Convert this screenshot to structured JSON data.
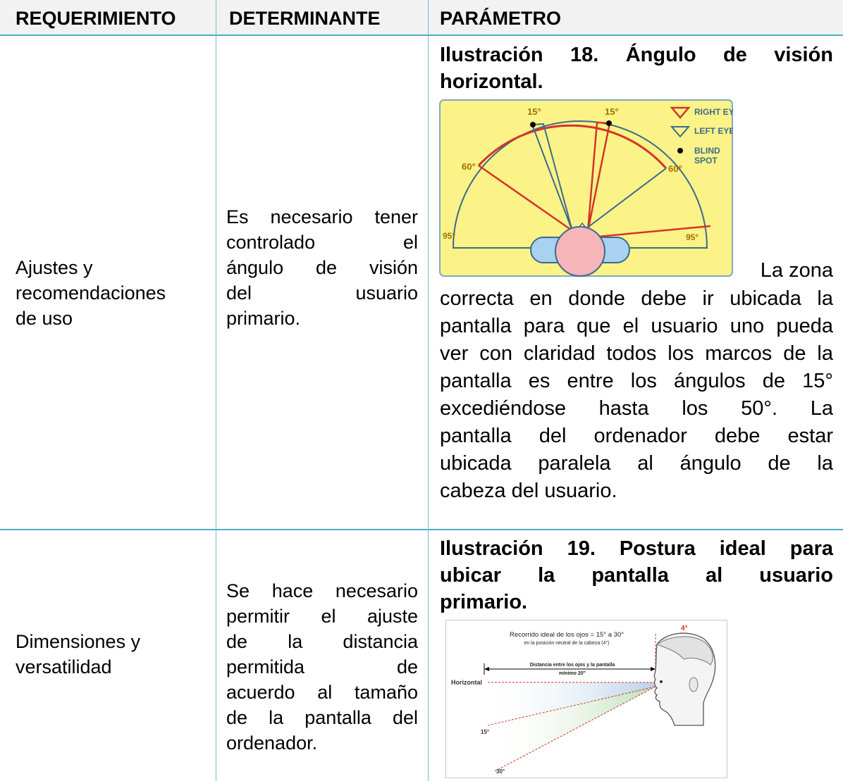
{
  "headers": {
    "requerimiento": "REQUERIMIENTO",
    "determinante": "DETERMINANTE",
    "parametro": "PARÁMETRO"
  },
  "row1": {
    "requerimiento": [
      "Ajustes y",
      "recomendaciones",
      "de uso"
    ],
    "determinante": [
      "Es necesario tener",
      "controlado el",
      "ángulo de visión",
      "del usuario",
      "primario."
    ],
    "caption": [
      "Ilustración 18. Ángulo de visión",
      "horizontal."
    ],
    "figure": {
      "angle_15_left": "15°",
      "angle_15_right": "15°",
      "angle_60_left": "60°",
      "angle_60_right": "60°",
      "angle_95_left": "95°",
      "angle_95_right": "95°",
      "legend_right_eye": "RIGHT EYE",
      "legend_left_eye": "LEFT EYE",
      "legend_blind": "BLIND",
      "legend_spot": "SPOT",
      "colors": {
        "background": "#fbf387",
        "right_eye": "#d4342c",
        "left_eye": "#3c6a8c",
        "head": "#f6b6b9",
        "shoulders": "#a8d2ef"
      }
    },
    "text_inline": "La zona",
    "text_lines": [
      "correcta en donde debe ir ubicada la",
      "pantalla para que el usuario uno pueda",
      "ver con claridad todos los marcos de la",
      "pantalla es entre los ángulos de 15°",
      "excediéndose hasta los 50°. La",
      "pantalla del ordenador debe estar",
      "ubicada paralela al ángulo de la",
      "cabeza del usuario."
    ]
  },
  "row2": {
    "requerimiento": [
      "Dimensiones y",
      "versatilidad"
    ],
    "determinante": [
      "Se hace necesario",
      "permitir el ajuste",
      "de la distancia",
      "permitida de",
      "acuerdo al tamaño",
      "de la pantalla del",
      "ordenador."
    ],
    "caption": [
      "Ilustración 19. Postura ideal para",
      "ubicar la pantalla al usuario",
      "primario."
    ],
    "figure": {
      "line1": "Recorrido ideal de los ojos  = 15° a 30°",
      "line2": "en la posición neutral de la cabeza (4°)",
      "line3": "Distancia entre los ojos y la pantalla",
      "line4": "mínimo 20\"",
      "horizontal": "Horizontal",
      "angle_4": "4°",
      "angle_15": "15°",
      "angle_30": "30°"
    }
  }
}
